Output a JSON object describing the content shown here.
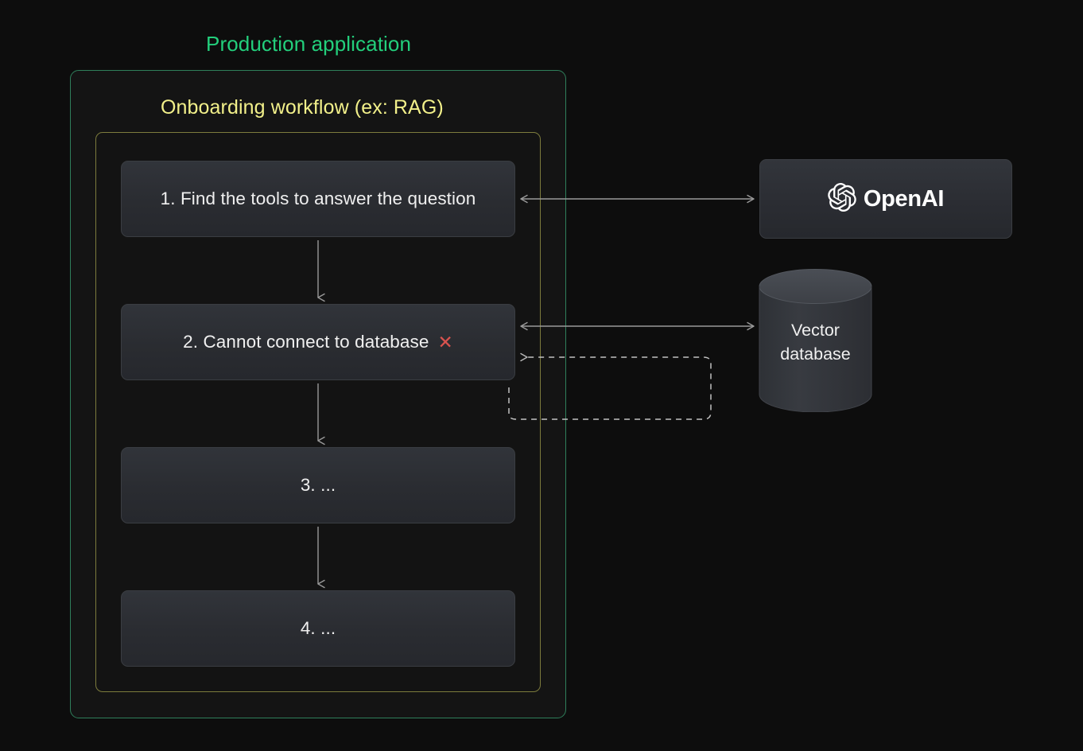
{
  "page": {
    "background": "#0d0d0d"
  },
  "production": {
    "title": "Production application",
    "border_color": "#2f7f5b",
    "title_color": "#23cf7c"
  },
  "workflow": {
    "title": "Onboarding workflow (ex: RAG)",
    "border_color": "#7d7c3d",
    "title_color": "#f2f08a",
    "steps": [
      {
        "label": "1.  Find the tools to answer the question",
        "error": ""
      },
      {
        "label": "2.  Cannot connect to database",
        "error": "✕"
      },
      {
        "label": "3.  ...",
        "error": ""
      },
      {
        "label": "4.  ...",
        "error": ""
      }
    ]
  },
  "services": {
    "openai": {
      "name": "OpenAI",
      "icon": "openai-blossom-icon"
    },
    "vector_db": {
      "line1": "Vector",
      "line2": "database",
      "shape": "cylinder"
    }
  },
  "connectors": {
    "step1_openai": "bidirectional-arrow",
    "step2_vectordb": "bidirectional-arrow",
    "retry_loop": "dashed-feedback-arrow",
    "step_flow": "downward-arrow"
  }
}
